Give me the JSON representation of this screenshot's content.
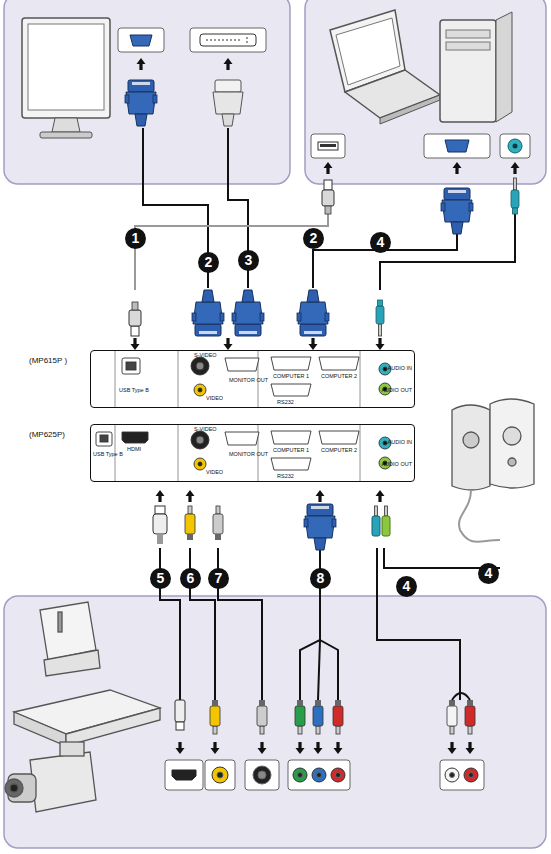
{
  "diagram": {
    "nodes": [
      {
        "text": [
          "(MP615P )",
          "USB Type B",
          "S-VIDEO",
          "VIDEO",
          "MONITOR OUT",
          "COMPUTER 1",
          "COMPUTER 2",
          "RS232",
          "AUDIO IN",
          "AUDIO OUT"
        ]
      },
      {
        "text": [
          "(MP625P)",
          "USB Type B",
          "HDMI",
          "S-VIDEO",
          "VIDEO",
          "MONITOR OUT",
          "COMPUTER 1",
          "COMPUTER 2",
          "RS232",
          "AUDIO IN",
          "AUDIO OUT"
        ]
      }
    ],
    "labels": [
      "1",
      "2",
      "3",
      "2",
      "4",
      "4",
      "5",
      "6",
      "7",
      "8",
      "4"
    ]
  }
}
